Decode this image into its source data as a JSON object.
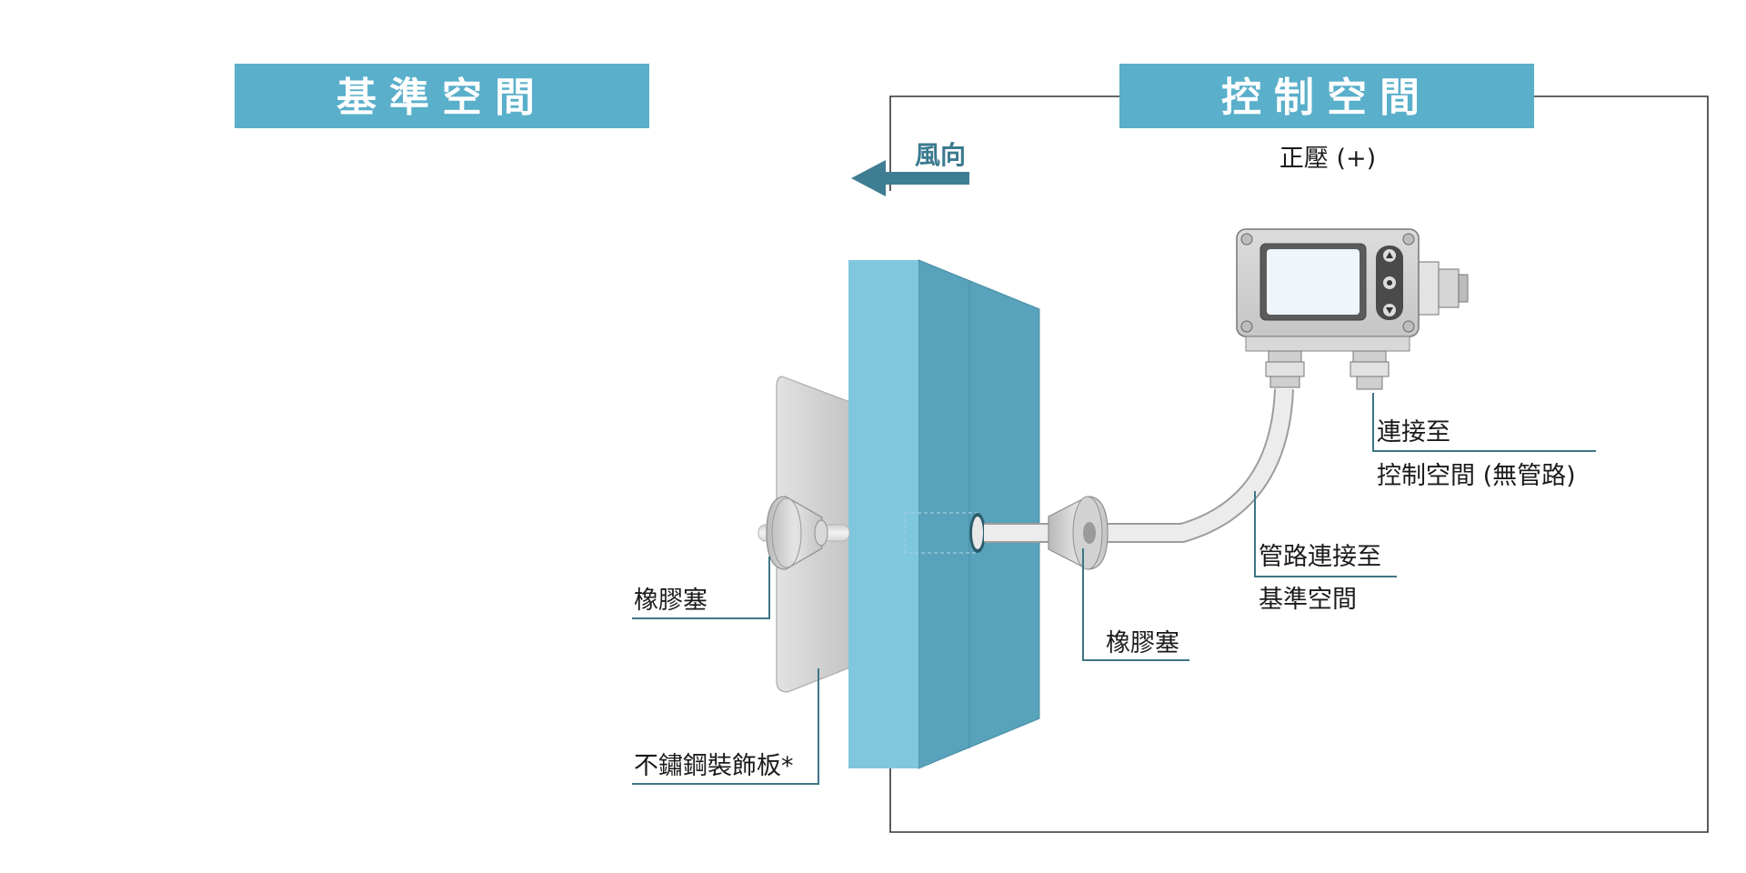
{
  "headers": {
    "reference_space": "基準空間",
    "controlled_space": "控制空間"
  },
  "airflow": {
    "label": "風向"
  },
  "pressure": {
    "label": "正壓 (+)"
  },
  "labels": {
    "rubber_stopper_left": "橡膠塞",
    "rubber_stopper_right": "橡膠塞",
    "stainless_plate": "不鏽鋼裝飾板*",
    "tube_connect_line1": "管路連接至",
    "tube_connect_line2": "基準空間",
    "port_connect_line1": "連接至",
    "port_connect_line2": "控制空間 (無管路)"
  },
  "colors": {
    "header_bg": "#5aafca",
    "wall_front": "#7fc7dd",
    "wall_side": "#58a2bb",
    "leader_line": "#3d7585",
    "arrow": "#3f7d93"
  },
  "icons": {
    "device": "differential-pressure-transmitter-icon",
    "arrow": "arrow-left-icon"
  }
}
